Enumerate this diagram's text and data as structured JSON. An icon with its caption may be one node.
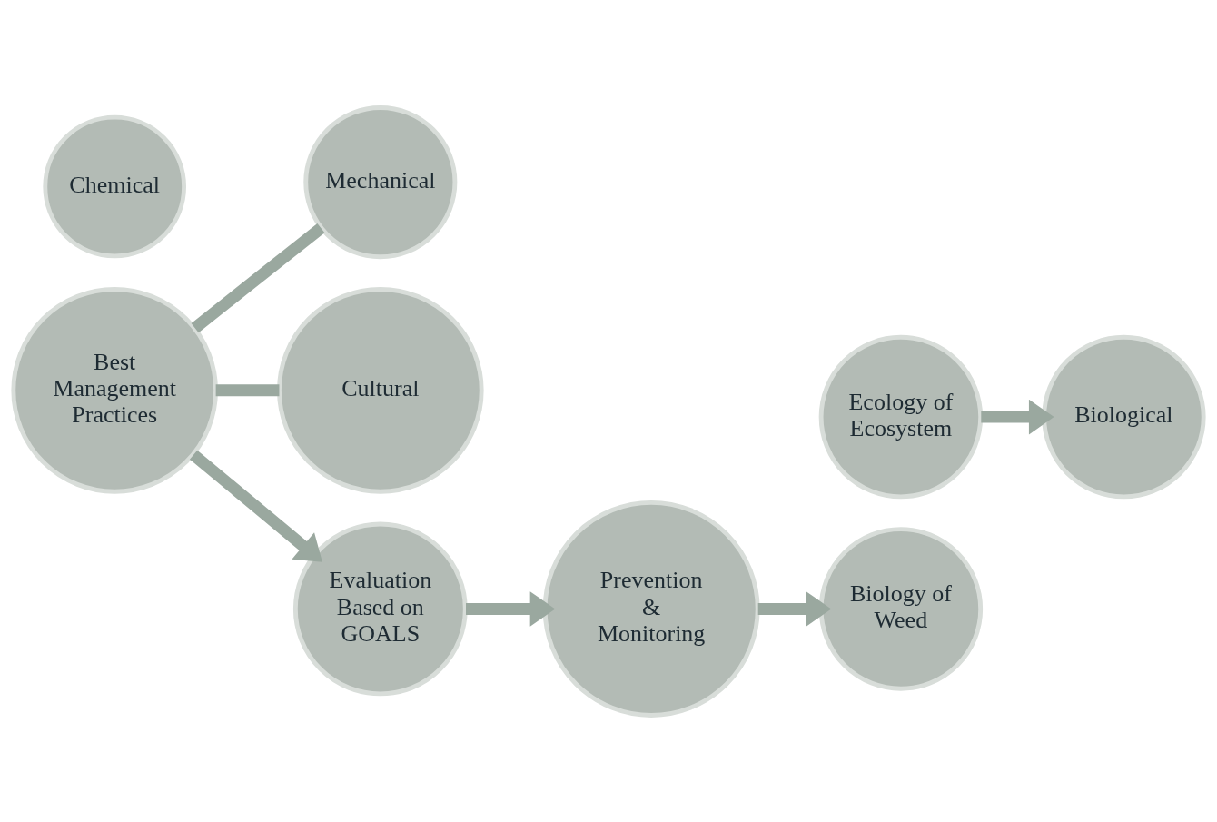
{
  "diagram": {
    "nodes": [
      {
        "text": [
          "Prevention & Monitoring"
        ]
      },
      {
        "text": [
          "Biology of Weed"
        ]
      },
      {
        "text": [
          "Ecology of Ecosystem"
        ]
      },
      {
        "text": [
          "Mechanical"
        ]
      },
      {
        "text": [
          "Biological"
        ]
      },
      {
        "text": [
          "Cultural"
        ]
      },
      {
        "text": [
          "Chemical"
        ]
      },
      {
        "text": [
          "Best Management Practices"
        ]
      },
      {
        "text": [
          "Evaluation Based on GOALS"
        ]
      }
    ],
    "edges": [
      {
        "from": 0,
        "to": 1,
        "arrow": "to"
      },
      {
        "from": 2,
        "to": 4,
        "arrow": "to"
      },
      {
        "from": 7,
        "to": 3,
        "arrow": "none"
      },
      {
        "from": 7,
        "to": 5,
        "arrow": "none"
      },
      {
        "from": 7,
        "to": 8,
        "arrow": "to"
      },
      {
        "from": 8,
        "to": 0,
        "arrow": "to"
      }
    ]
  }
}
